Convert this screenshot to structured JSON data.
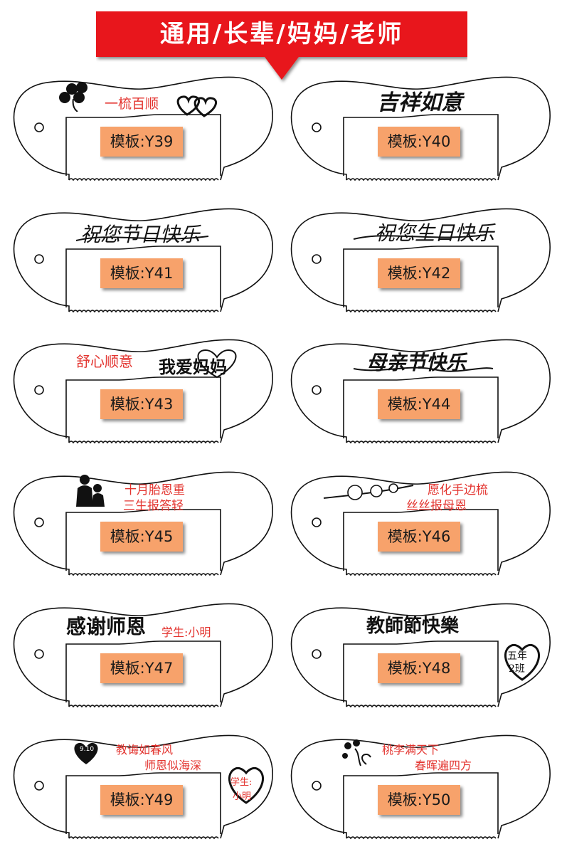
{
  "banner": {
    "title": "通用/长辈/妈妈/老师"
  },
  "cards": [
    {
      "label": "模板:Y39",
      "lines": [
        "一梳百顺"
      ]
    },
    {
      "label": "模板:Y40",
      "lines": [
        "吉祥如意"
      ]
    },
    {
      "label": "模板:Y41",
      "lines": [
        "祝您节日快乐"
      ]
    },
    {
      "label": "模板:Y42",
      "lines": [
        "祝您生日快乐"
      ]
    },
    {
      "label": "模板:Y43",
      "lines": [
        "舒心顺意",
        "我爱妈妈"
      ]
    },
    {
      "label": "模板:Y44",
      "lines": [
        "母亲节快乐"
      ]
    },
    {
      "label": "模板:Y45",
      "lines": [
        "十月胎恩重",
        "三生报答轻"
      ]
    },
    {
      "label": "模板:Y46",
      "lines": [
        "愿化手边梳",
        "丝丝报母恩"
      ]
    },
    {
      "label": "模板:Y47",
      "lines": [
        "感谢师恩",
        "学生:小明"
      ]
    },
    {
      "label": "模板:Y48",
      "lines": [
        "教師節快樂",
        "五年",
        "2班"
      ]
    },
    {
      "label": "模板:Y49",
      "lines": [
        "教诲如春风",
        "师恩似海深",
        "9.10",
        "学生:",
        "小明"
      ]
    },
    {
      "label": "模板:Y50",
      "lines": [
        "桃李满天下",
        "春晖遍四方"
      ]
    }
  ],
  "colors": {
    "banner": "#e8161b",
    "label": "#f7a26b",
    "text_red": "#e3342f"
  },
  "icons": [
    "clover-icon",
    "double-heart-icon",
    "mother-child-silhouette-icon",
    "plum-blossom-icon",
    "heart-icon",
    "flower-tree-icon"
  ]
}
